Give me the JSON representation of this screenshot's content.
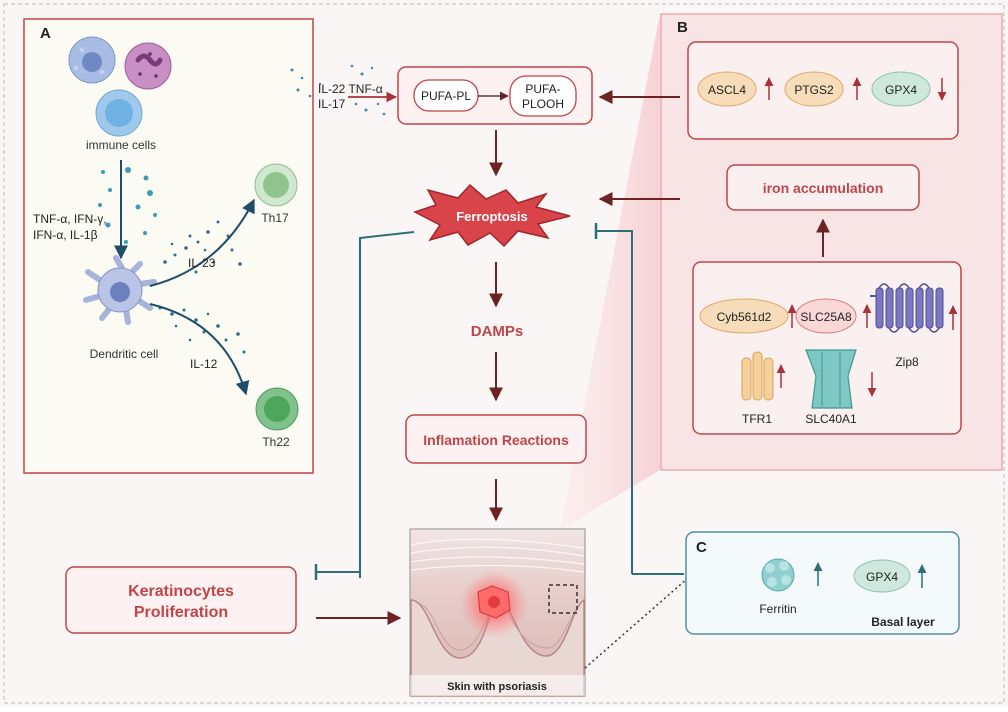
{
  "panels": {
    "a_letter": "A",
    "b_letter": "B",
    "c_letter": "C"
  },
  "panel_a": {
    "immune_cells": "immune cells",
    "cytokines_line1": "TNF-α, IFN-γ,",
    "cytokines_line2": "IFN-α, IL-1β",
    "dendritic_cell": "Dendritic cell",
    "il23": "IL-23",
    "il12": "IL-12",
    "th17": "Th17",
    "th22": "Th22"
  },
  "center": {
    "il22_tnf": "IL-22 TNF-α",
    "il17": "IL-17",
    "pufa_pl": "PUFA-PL",
    "pufa_plooh_line1": "PUFA-",
    "pufa_plooh_line2": "PLOOH",
    "ferroptosis": "Ferroptosis",
    "damps": "DAMPs",
    "inflammation": "Inflamation Reactions",
    "keratinocytes_line1": "Keratinocytes",
    "keratinocytes_line2": "Proliferation",
    "skin_label": "Skin with psoriasis"
  },
  "panel_b": {
    "ascl4": "ASCL4",
    "ptgs2": "PTGS2",
    "gpx4": "GPX4",
    "iron_accumulation": "iron accumulation",
    "cyb561d2": "Cyb561d2",
    "slc25a8": "SLC25A8",
    "zip8": "Zip8",
    "tfr1": "TFR1",
    "slc40a1": "SLC40A1"
  },
  "panel_c": {
    "ferritin": "Ferritin",
    "gpx4": "GPX4",
    "basal_layer": "Basal layer"
  },
  "colors": {
    "accent_red": "#c0454a",
    "arrow_dark": "#6b2323",
    "inhibit_teal": "#2f6e78",
    "panel_b_bg": "#f8e4e4",
    "burst_red": "#d9434a"
  }
}
